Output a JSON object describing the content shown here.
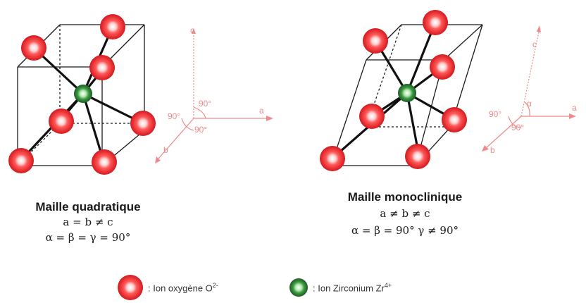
{
  "left_cell": {
    "title": "Maille quadratique",
    "line1": "a = b ≠ c",
    "line2": "α = β = γ = 90°",
    "axes": {
      "a": "a",
      "b": "b",
      "c": "c",
      "angle_top": "90°",
      "angle_left": "90°",
      "angle_bottom": "90°"
    }
  },
  "right_cell": {
    "title": "Maille monoclinique",
    "line1": "a ≠ b ≠ c",
    "line2": "α = β = 90° γ ≠ 90°",
    "axes": {
      "a": "a",
      "b": "b",
      "c": "c",
      "angle_top": "α",
      "angle_left": "90°",
      "angle_bottom": "90°"
    }
  },
  "legend": {
    "oxygen_label": ": Ion oxygène O",
    "oxygen_charge": "2-",
    "zirconium_label": ": Ion Zirconium Zr",
    "zirconium_charge": "4+"
  },
  "colors": {
    "oxygen": "#e0262a",
    "zirconium": "#1f6b2a",
    "axis": "#f08a8a",
    "cell_edge": "#1a1a1a"
  }
}
